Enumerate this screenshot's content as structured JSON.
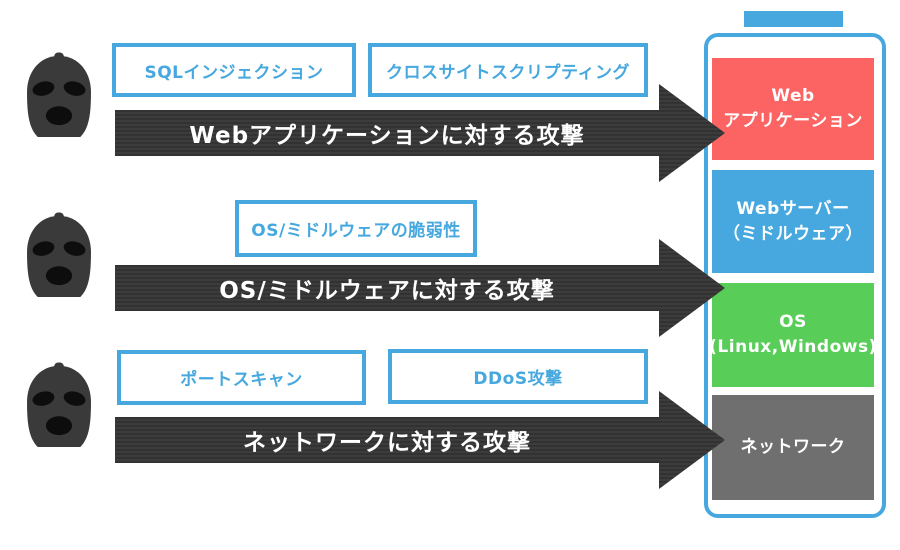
{
  "diagram": {
    "attacker_icon": "balaclava-mask-icon",
    "rows": [
      {
        "tags": [
          "SQLインジェクション",
          "クロスサイトスクリプティング"
        ],
        "arrow_label": "Webアプリケーションに対する攻撃"
      },
      {
        "tags": [
          "OS/ミドルウェアの脆弱性"
        ],
        "arrow_label": "OS/ミドルウェアに対する攻撃"
      },
      {
        "tags": [
          "ポートスキャン",
          "DDoS攻撃"
        ],
        "arrow_label": "ネットワークに対する攻撃"
      }
    ],
    "stack": {
      "layers": [
        {
          "label": "Web\nアプリケーション",
          "color": "#fb6462"
        },
        {
          "label": "Webサーバー\n（ミドルウェア）",
          "color": "#46a8de"
        },
        {
          "label": "OS\n(Linux,Windows)",
          "color": "#58cd58"
        },
        {
          "label": "ネットワーク",
          "color": "#6f6f6f"
        }
      ]
    },
    "colors": {
      "accent_blue": "#46a8de",
      "arrow_dark": "#3a3a3a",
      "stripe_dark": "#323232"
    }
  }
}
